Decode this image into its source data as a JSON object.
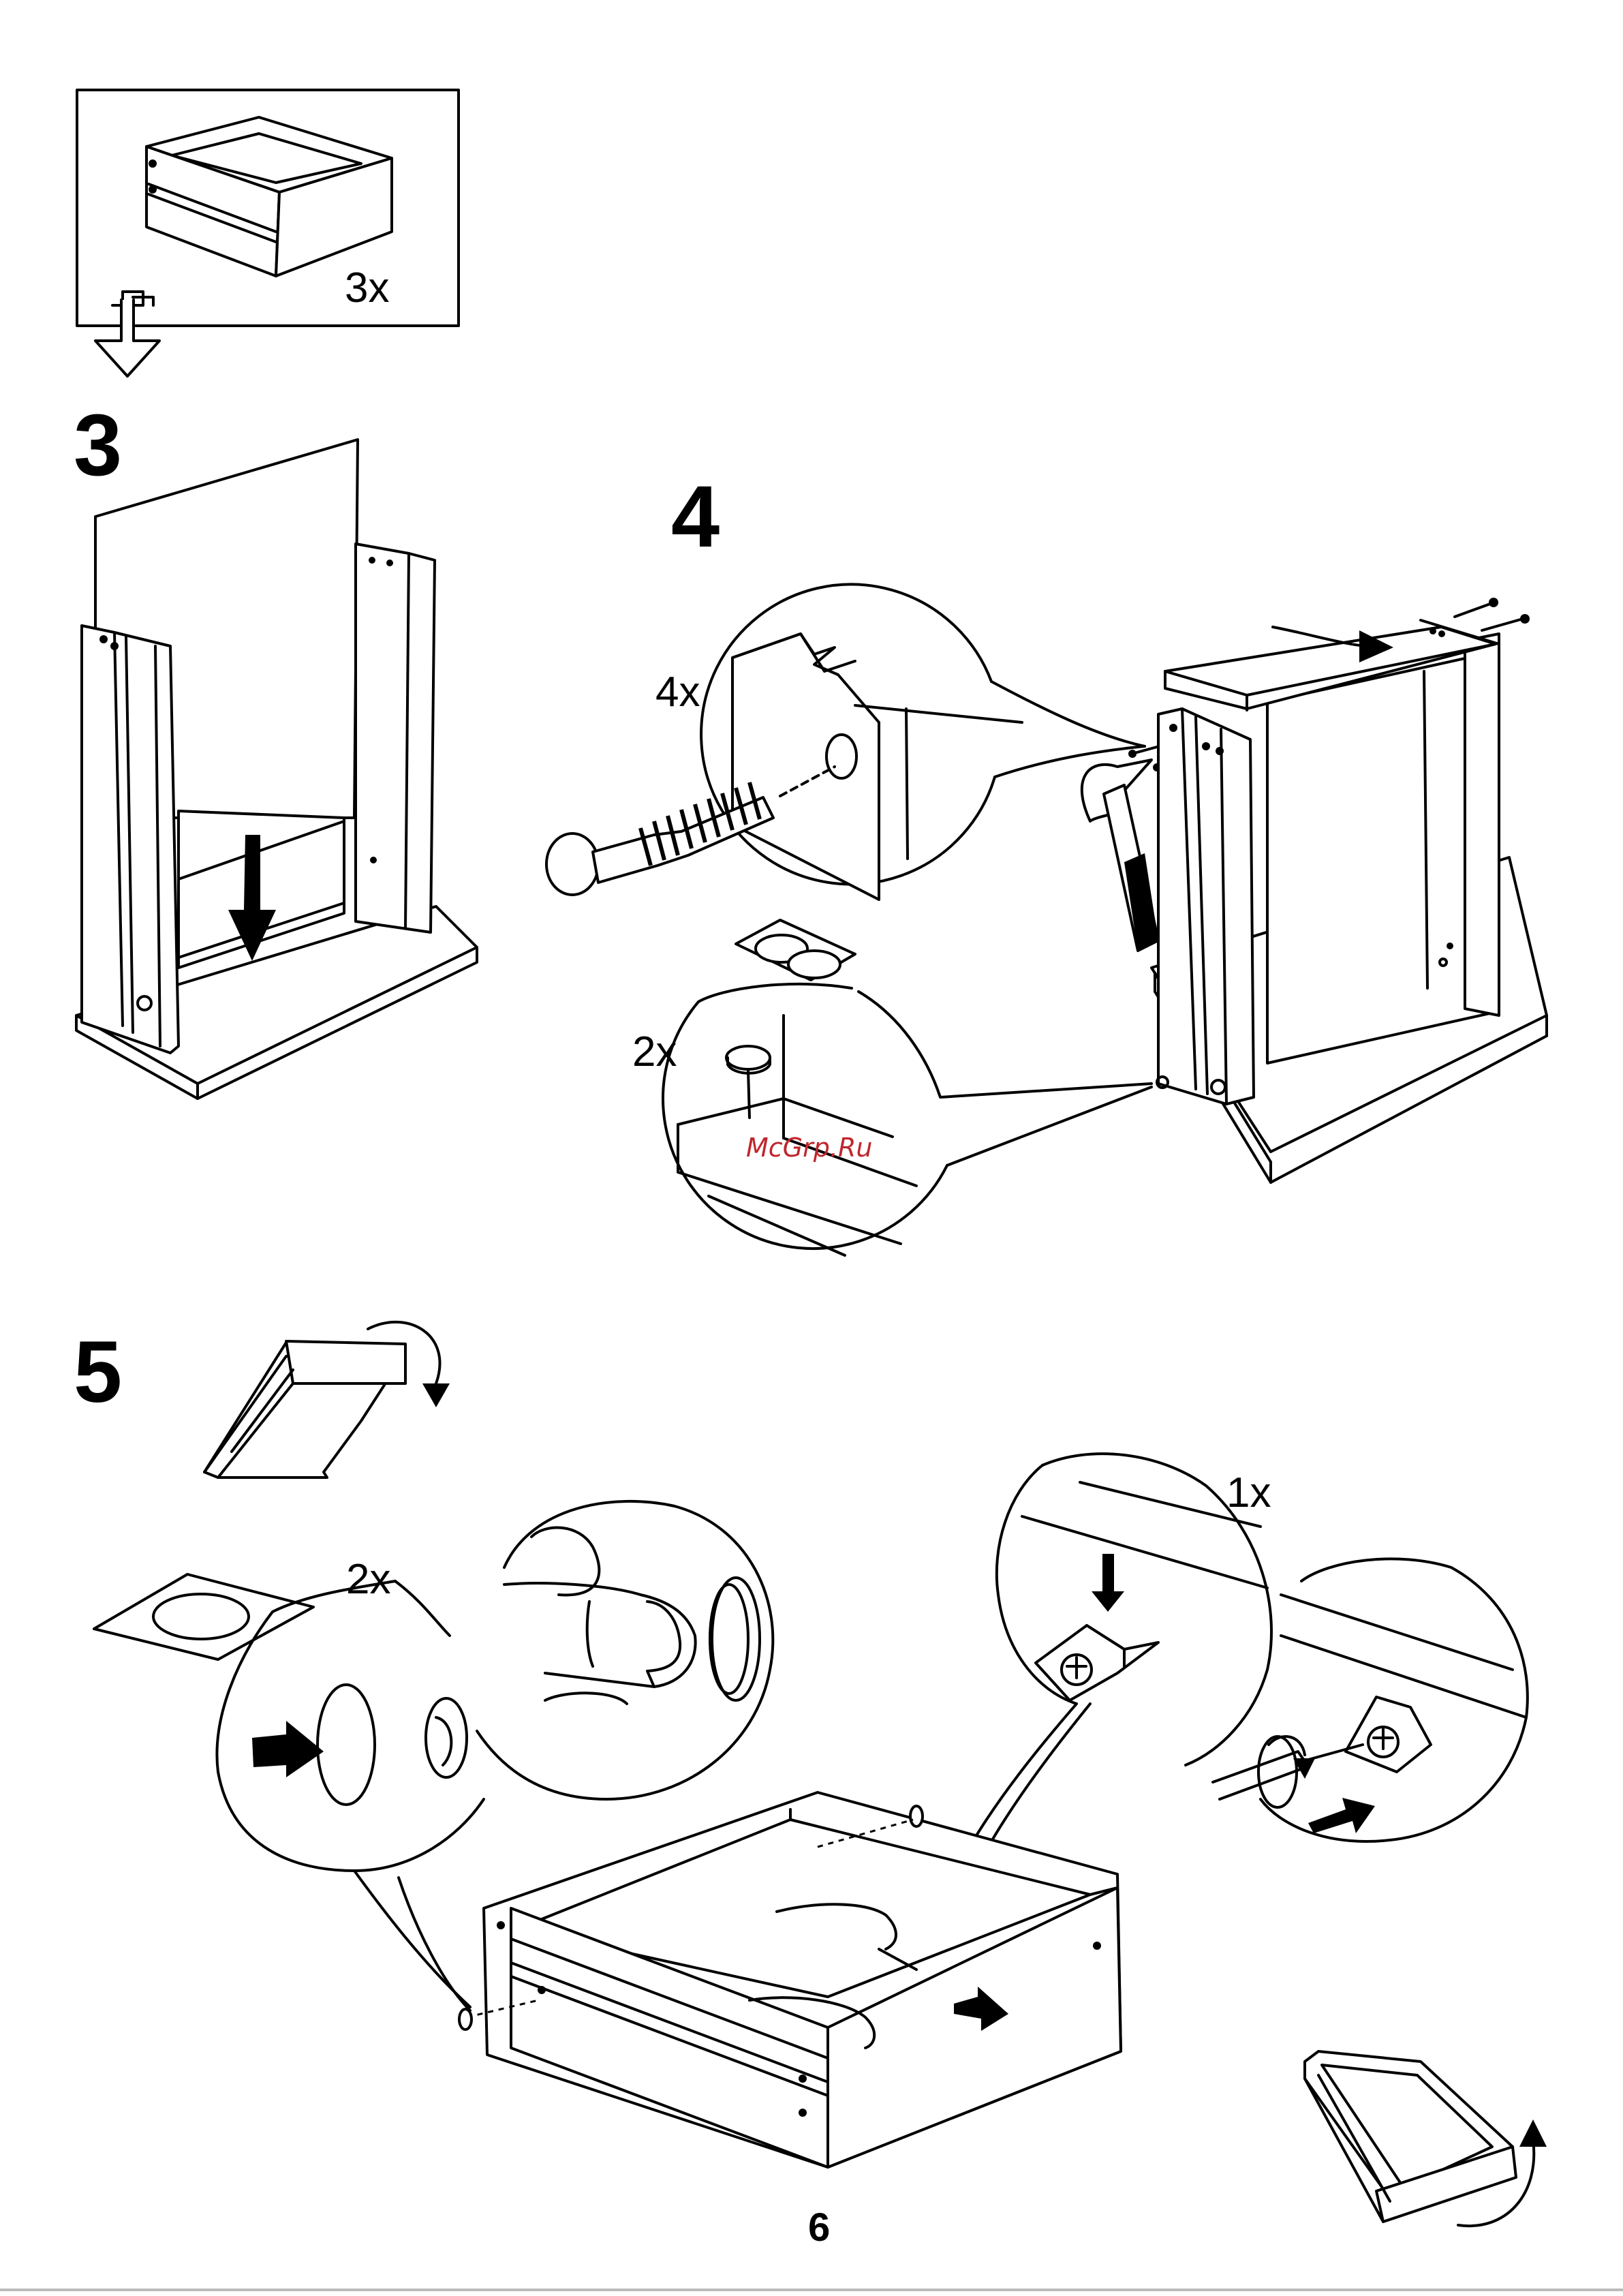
{
  "page": {
    "number": "6",
    "watermark": "McGrp.Ru"
  },
  "steps": [
    {
      "number": "3"
    },
    {
      "number": "4"
    },
    {
      "number": "5"
    }
  ],
  "quantities": {
    "drawers": "3x",
    "dowels": "4x",
    "pads_step4": "2x",
    "pads_step5": "2x",
    "bracket": "1x"
  },
  "icons": [
    "drawer-icon",
    "down-arrow-icon",
    "hammer-icon",
    "dowel-icon",
    "felt-pad-icon",
    "screw-icon",
    "rotate-arrow-icon",
    "push-arrow-icon",
    "hand-icon",
    "screwdriver-icon",
    "bracket-icon"
  ]
}
